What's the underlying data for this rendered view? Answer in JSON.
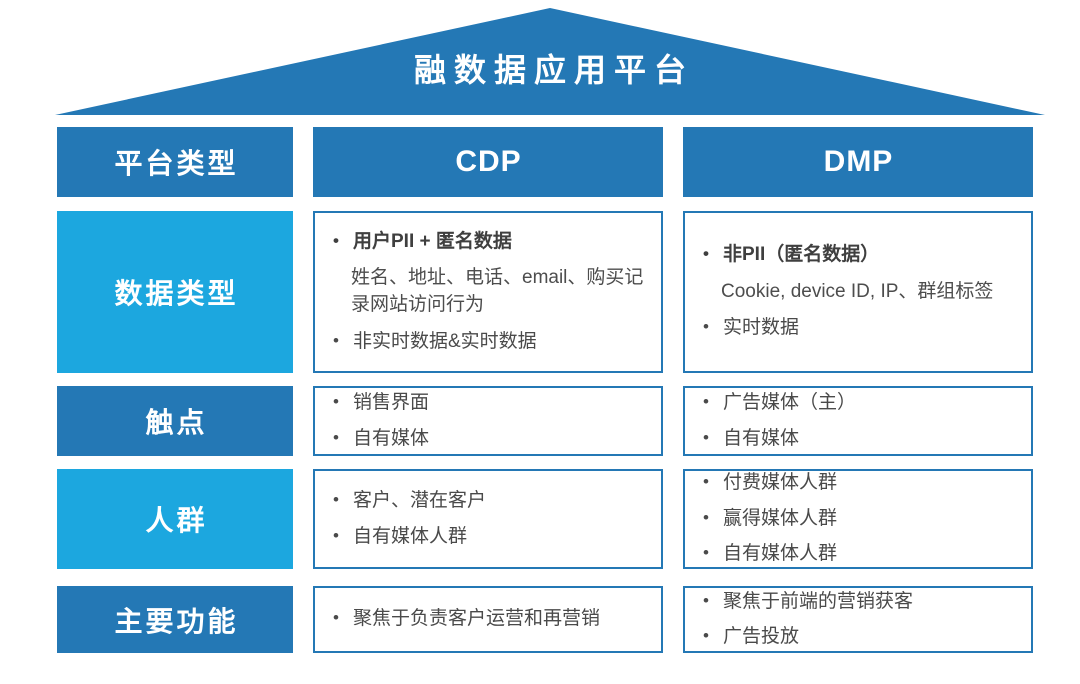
{
  "colors": {
    "dark_blue": "#2478B5",
    "light_blue": "#1CA7DF",
    "box_border": "#2478B5",
    "body_text": "#4A4A4A",
    "white": "#FFFFFF"
  },
  "glyphs": {
    "bullet": "•"
  },
  "roof": {
    "title": "融数据应用平台"
  },
  "table": {
    "header": {
      "label": "平台类型",
      "cdp": "CDP",
      "dmp": "DMP"
    },
    "rows": [
      {
        "label": "数据类型",
        "shade": "light",
        "cdp": [
          {
            "text": "用户PII + 匿名数据",
            "bold": true
          },
          {
            "text": "姓名、地址、电话、email、购买记录网站访问行为",
            "sub": true
          },
          {
            "text": "非实时数据&实时数据"
          }
        ],
        "dmp": [
          {
            "text": "非PII（匿名数据）",
            "bold": true
          },
          {
            "text": "Cookie, device ID, IP、群组标签",
            "sub": true
          },
          {
            "text": "实时数据"
          }
        ]
      },
      {
        "label": "触点",
        "shade": "dark",
        "cdp": [
          {
            "text": "销售界面"
          },
          {
            "text": "自有媒体"
          }
        ],
        "dmp": [
          {
            "text": "广告媒体（主）"
          },
          {
            "text": "自有媒体"
          }
        ]
      },
      {
        "label": "人群",
        "shade": "light",
        "cdp": [
          {
            "text": "客户、潜在客户"
          },
          {
            "text": "自有媒体人群"
          }
        ],
        "dmp": [
          {
            "text": "付费媒体人群"
          },
          {
            "text": "赢得媒体人群"
          },
          {
            "text": "自有媒体人群"
          }
        ]
      },
      {
        "label": "主要功能",
        "shade": "dark",
        "cdp": [
          {
            "text": "聚焦于负责客户运营和再营销"
          }
        ],
        "dmp": [
          {
            "text": "聚焦于前端的营销获客"
          },
          {
            "text": "广告投放"
          }
        ]
      }
    ]
  }
}
